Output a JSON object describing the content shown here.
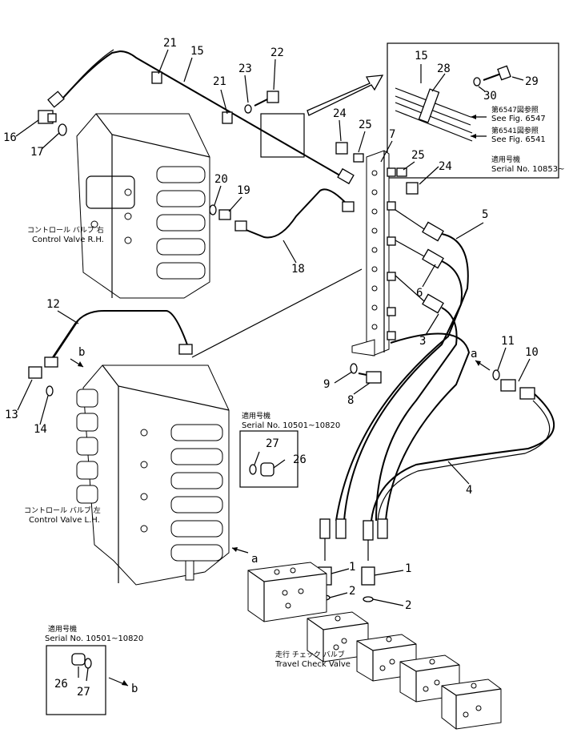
{
  "callouts": [
    {
      "id": "c21a",
      "text": "21"
    },
    {
      "id": "c15",
      "text": "15"
    },
    {
      "id": "c23",
      "text": "23"
    },
    {
      "id": "c22",
      "text": "22"
    },
    {
      "id": "c21b",
      "text": "21"
    },
    {
      "id": "c16",
      "text": "16"
    },
    {
      "id": "c17",
      "text": "17"
    },
    {
      "id": "c24a",
      "text": "24"
    },
    {
      "id": "c25a",
      "text": "25"
    },
    {
      "id": "c7",
      "text": "7"
    },
    {
      "id": "c25b",
      "text": "25"
    },
    {
      "id": "c24b",
      "text": "24"
    },
    {
      "id": "c20",
      "text": "20"
    },
    {
      "id": "c19",
      "text": "19"
    },
    {
      "id": "c18",
      "text": "18"
    },
    {
      "id": "c5",
      "text": "5"
    },
    {
      "id": "c6",
      "text": "6"
    },
    {
      "id": "c3",
      "text": "3"
    },
    {
      "id": "c12",
      "text": "12"
    },
    {
      "id": "c11",
      "text": "11"
    },
    {
      "id": "c10",
      "text": "10"
    },
    {
      "id": "c9",
      "text": "9"
    },
    {
      "id": "c8",
      "text": "8"
    },
    {
      "id": "c13",
      "text": "13"
    },
    {
      "id": "c14",
      "text": "14"
    },
    {
      "id": "c27a",
      "text": "27"
    },
    {
      "id": "c26a",
      "text": "26"
    },
    {
      "id": "c4",
      "text": "4"
    },
    {
      "id": "c1a",
      "text": "1"
    },
    {
      "id": "c1b",
      "text": "1"
    },
    {
      "id": "c2a",
      "text": "2"
    },
    {
      "id": "c2b",
      "text": "2"
    },
    {
      "id": "c26b",
      "text": "26"
    },
    {
      "id": "c27b",
      "text": "27"
    },
    {
      "id": "i15",
      "text": "15"
    },
    {
      "id": "i28",
      "text": "28"
    },
    {
      "id": "i29",
      "text": "29"
    },
    {
      "id": "i30",
      "text": "30"
    }
  ],
  "arrow_labels": {
    "a1": "a",
    "a2": "a",
    "b1": "b",
    "b2": "b"
  },
  "inset_top": {
    "ref_6547_jp": "第6547図参照",
    "ref_6547_en": "See Fig. 6547",
    "ref_6541_jp": "第6541図参照",
    "ref_6541_en": "See Fig. 6541",
    "serial_jp": "適用号機",
    "serial_en": "Serial No. 10853~"
  },
  "inset_mid": {
    "serial_jp": "適用号機",
    "serial_en": "Serial No. 10501~10820"
  },
  "inset_bottom": {
    "serial_jp": "適用号機",
    "serial_en": "Serial No. 10501~10820"
  },
  "labels": {
    "cv_rh_jp": "コントロール バルブ 右",
    "cv_rh_en": "Control Valve R.H.",
    "cv_lh_jp": "コントロール バルブ 左",
    "cv_lh_en": "Control Valve L.H.",
    "tcv_jp": "走行 チェック バルブ",
    "tcv_en": "Travel Check Valve"
  }
}
